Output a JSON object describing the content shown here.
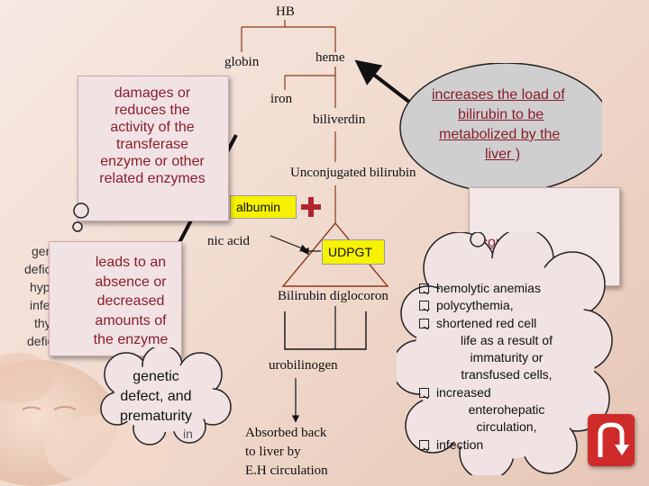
{
  "top": {
    "hb": "HB",
    "globin": "globin",
    "heme": "heme",
    "iron": "iron",
    "biliverdin": "biliverdin"
  },
  "center": {
    "unconjugated": "Unconjugated bilirubin",
    "albumin": "albumin",
    "glucuronic_partial": "nic acid",
    "udpgt": "UDPGT",
    "diglucuronide_partial": "Bilirubin diglocoron",
    "urobilinogen": "urobilinogen",
    "absorbed": [
      "Absorbed back",
      "to liver by",
      "E.H circulation"
    ]
  },
  "bubble_load": [
    "increases the load of",
    "bilirubin to be",
    "metabolized by the",
    "liver )"
  ],
  "card_damage": [
    "damages or",
    "reduces the",
    "activity of the",
    "transferase",
    "enzyme or other",
    "related enzymes"
  ],
  "card_leads": [
    "leads to an",
    "absence or",
    "decreased",
    "amounts of",
    "the enzyme"
  ],
  "left_partial": [
    "genetic",
    "deficien",
    "hypox",
    "infect",
    "thym",
    "defic"
  ],
  "cloud_genetic": [
    "genetic",
    "defect, and",
    "prematurity"
  ],
  "cloud_hidden_partial": "in",
  "compete_partial": "compete",
  "list": [
    {
      "text": "hemolytic anemias",
      "bullet": true
    },
    {
      "text": "polycythemia,",
      "bullet": true
    },
    {
      "text": "shortened red cell",
      "bullet": true
    },
    {
      "text": "life as a result of",
      "bullet": false
    },
    {
      "text": "immaturity or",
      "bullet": false
    },
    {
      "text": "transfused cells,",
      "bullet": false
    },
    {
      "text": "increased",
      "bullet": true
    },
    {
      "text": "enterohepatic",
      "bullet": false
    },
    {
      "text": "circulation,",
      "bullet": false
    },
    {
      "text": "infection",
      "bullet": true
    }
  ],
  "colors": {
    "accent_red": "#8a1d2e",
    "button_red": "#cf2b2b",
    "albumin_yellow": "#f6f200",
    "udpgt_yellow": "#f6f200",
    "plus_red": "#b0242c"
  },
  "icons": {
    "next": "u-turn-arrow-icon",
    "plus": "plus-icon"
  }
}
